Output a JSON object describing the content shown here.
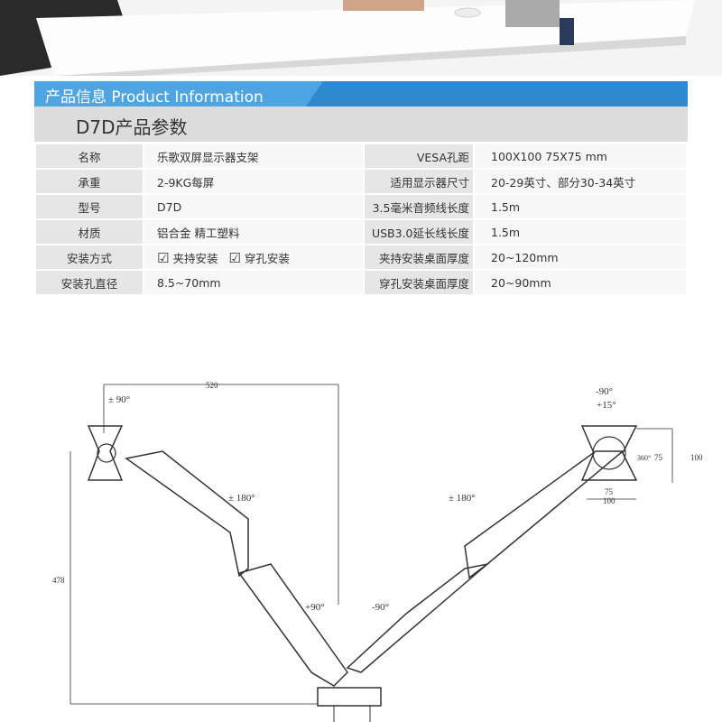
{
  "header": {
    "title": "产品信息 Product Information"
  },
  "section_title": "D7D产品参数",
  "rows": [
    {
      "label": "名称",
      "value": "乐歌双屏显示器支架",
      "label2": "VESA孔距",
      "value2": "100X100  75X75 mm"
    },
    {
      "label": "承重",
      "value": "2-9KG每屏",
      "label2": "适用显示器尺寸",
      "value2": "20-29英寸、部分30-34英寸"
    },
    {
      "label": "型号",
      "value": "D7D",
      "label2": "3.5毫米音频线长度",
      "value2": "1.5m"
    },
    {
      "label": "材质",
      "value": "铝合金 精工塑料",
      "label2": "USB3.0延长线长度",
      "value2": "1.5m"
    },
    {
      "label": "安装方式",
      "options": [
        "夹持安装",
        "穿孔安装"
      ],
      "label2": "夹持安装桌面厚度",
      "value2": "20~120mm"
    },
    {
      "label": "安装孔直径",
      "value": "8.5~70mm",
      "label2": "穿孔安装桌面厚度",
      "value2": "20~90mm"
    }
  ],
  "diagram": {
    "width_label": "520",
    "height_label": "478",
    "tilt_left": "± 90°",
    "rot_left": "± 180°",
    "rot_right": "± 180°",
    "swivel_left": "+90°",
    "swivel_right": "-90°",
    "tilt_right_1": "-90°",
    "tilt_right_2": "+15°",
    "rotate": "360°",
    "vesa_75": "75",
    "vesa_100": "100"
  }
}
